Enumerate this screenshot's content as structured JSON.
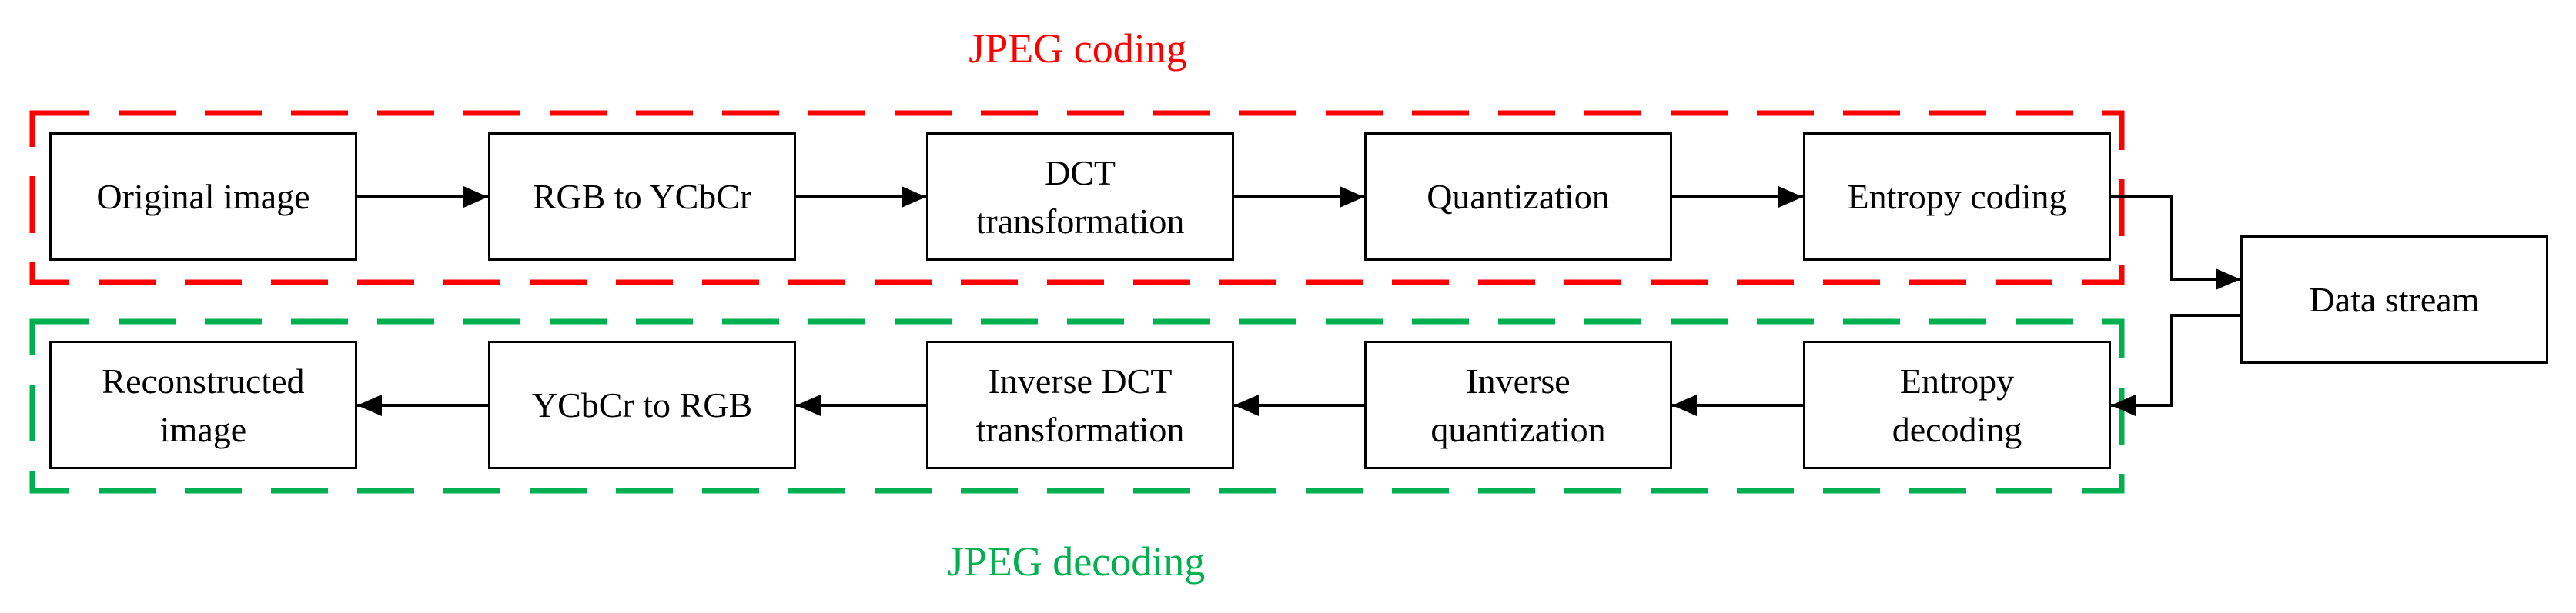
{
  "groups": {
    "coding": {
      "title": "JPEG coding",
      "color": "#ff0000"
    },
    "decoding": {
      "title": "JPEG decoding",
      "color": "#00b050"
    }
  },
  "nodes": {
    "original": {
      "lines": [
        "Original image"
      ]
    },
    "rgb_to_ycbcr": {
      "lines": [
        "RGB to YCbCr"
      ]
    },
    "dct": {
      "lines": [
        "DCT",
        "transformation"
      ]
    },
    "quantization": {
      "lines": [
        "Quantization"
      ]
    },
    "entropy_coding": {
      "lines": [
        "Entropy coding"
      ]
    },
    "data_stream": {
      "lines": [
        "Data stream"
      ]
    },
    "reconstructed": {
      "lines": [
        "Reconstructed",
        "image"
      ]
    },
    "ycbcr_to_rgb": {
      "lines": [
        "YCbCr to RGB"
      ]
    },
    "inverse_dct": {
      "lines": [
        "Inverse DCT",
        "transformation"
      ]
    },
    "inverse_quantization": {
      "lines": [
        "Inverse",
        "quantization"
      ]
    },
    "entropy_decoding": {
      "lines": [
        "Entropy",
        "decoding"
      ]
    }
  },
  "edges": [
    {
      "from": "original",
      "to": "rgb_to_ycbcr"
    },
    {
      "from": "rgb_to_ycbcr",
      "to": "dct"
    },
    {
      "from": "dct",
      "to": "quantization"
    },
    {
      "from": "quantization",
      "to": "entropy_coding"
    },
    {
      "from": "entropy_coding",
      "to": "data_stream"
    },
    {
      "from": "data_stream",
      "to": "entropy_decoding"
    },
    {
      "from": "entropy_decoding",
      "to": "inverse_quantization"
    },
    {
      "from": "inverse_quantization",
      "to": "inverse_dct"
    },
    {
      "from": "inverse_dct",
      "to": "ycbcr_to_rgb"
    },
    {
      "from": "ycbcr_to_rgb",
      "to": "reconstructed"
    }
  ]
}
